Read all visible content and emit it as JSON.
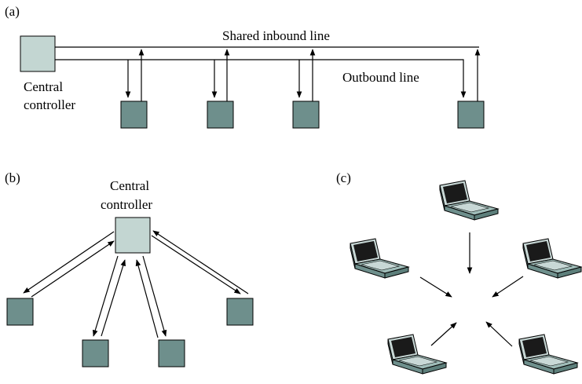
{
  "panel_a": {
    "label": "(a)",
    "controller_label_line1": "Central",
    "controller_label_line2": "controller",
    "inbound_label": "Shared inbound line",
    "outbound_label": "Outbound line"
  },
  "panel_b": {
    "label": "(b)",
    "controller_label_line1": "Central",
    "controller_label_line2": "controller"
  },
  "panel_c": {
    "label": "(c)"
  },
  "colors": {
    "controller_fill": "#c3d6d2",
    "station_fill": "#6e8f8c",
    "laptop_body": "#7a9c98",
    "laptop_screen": "#1a1a1a",
    "line": "#000000"
  }
}
